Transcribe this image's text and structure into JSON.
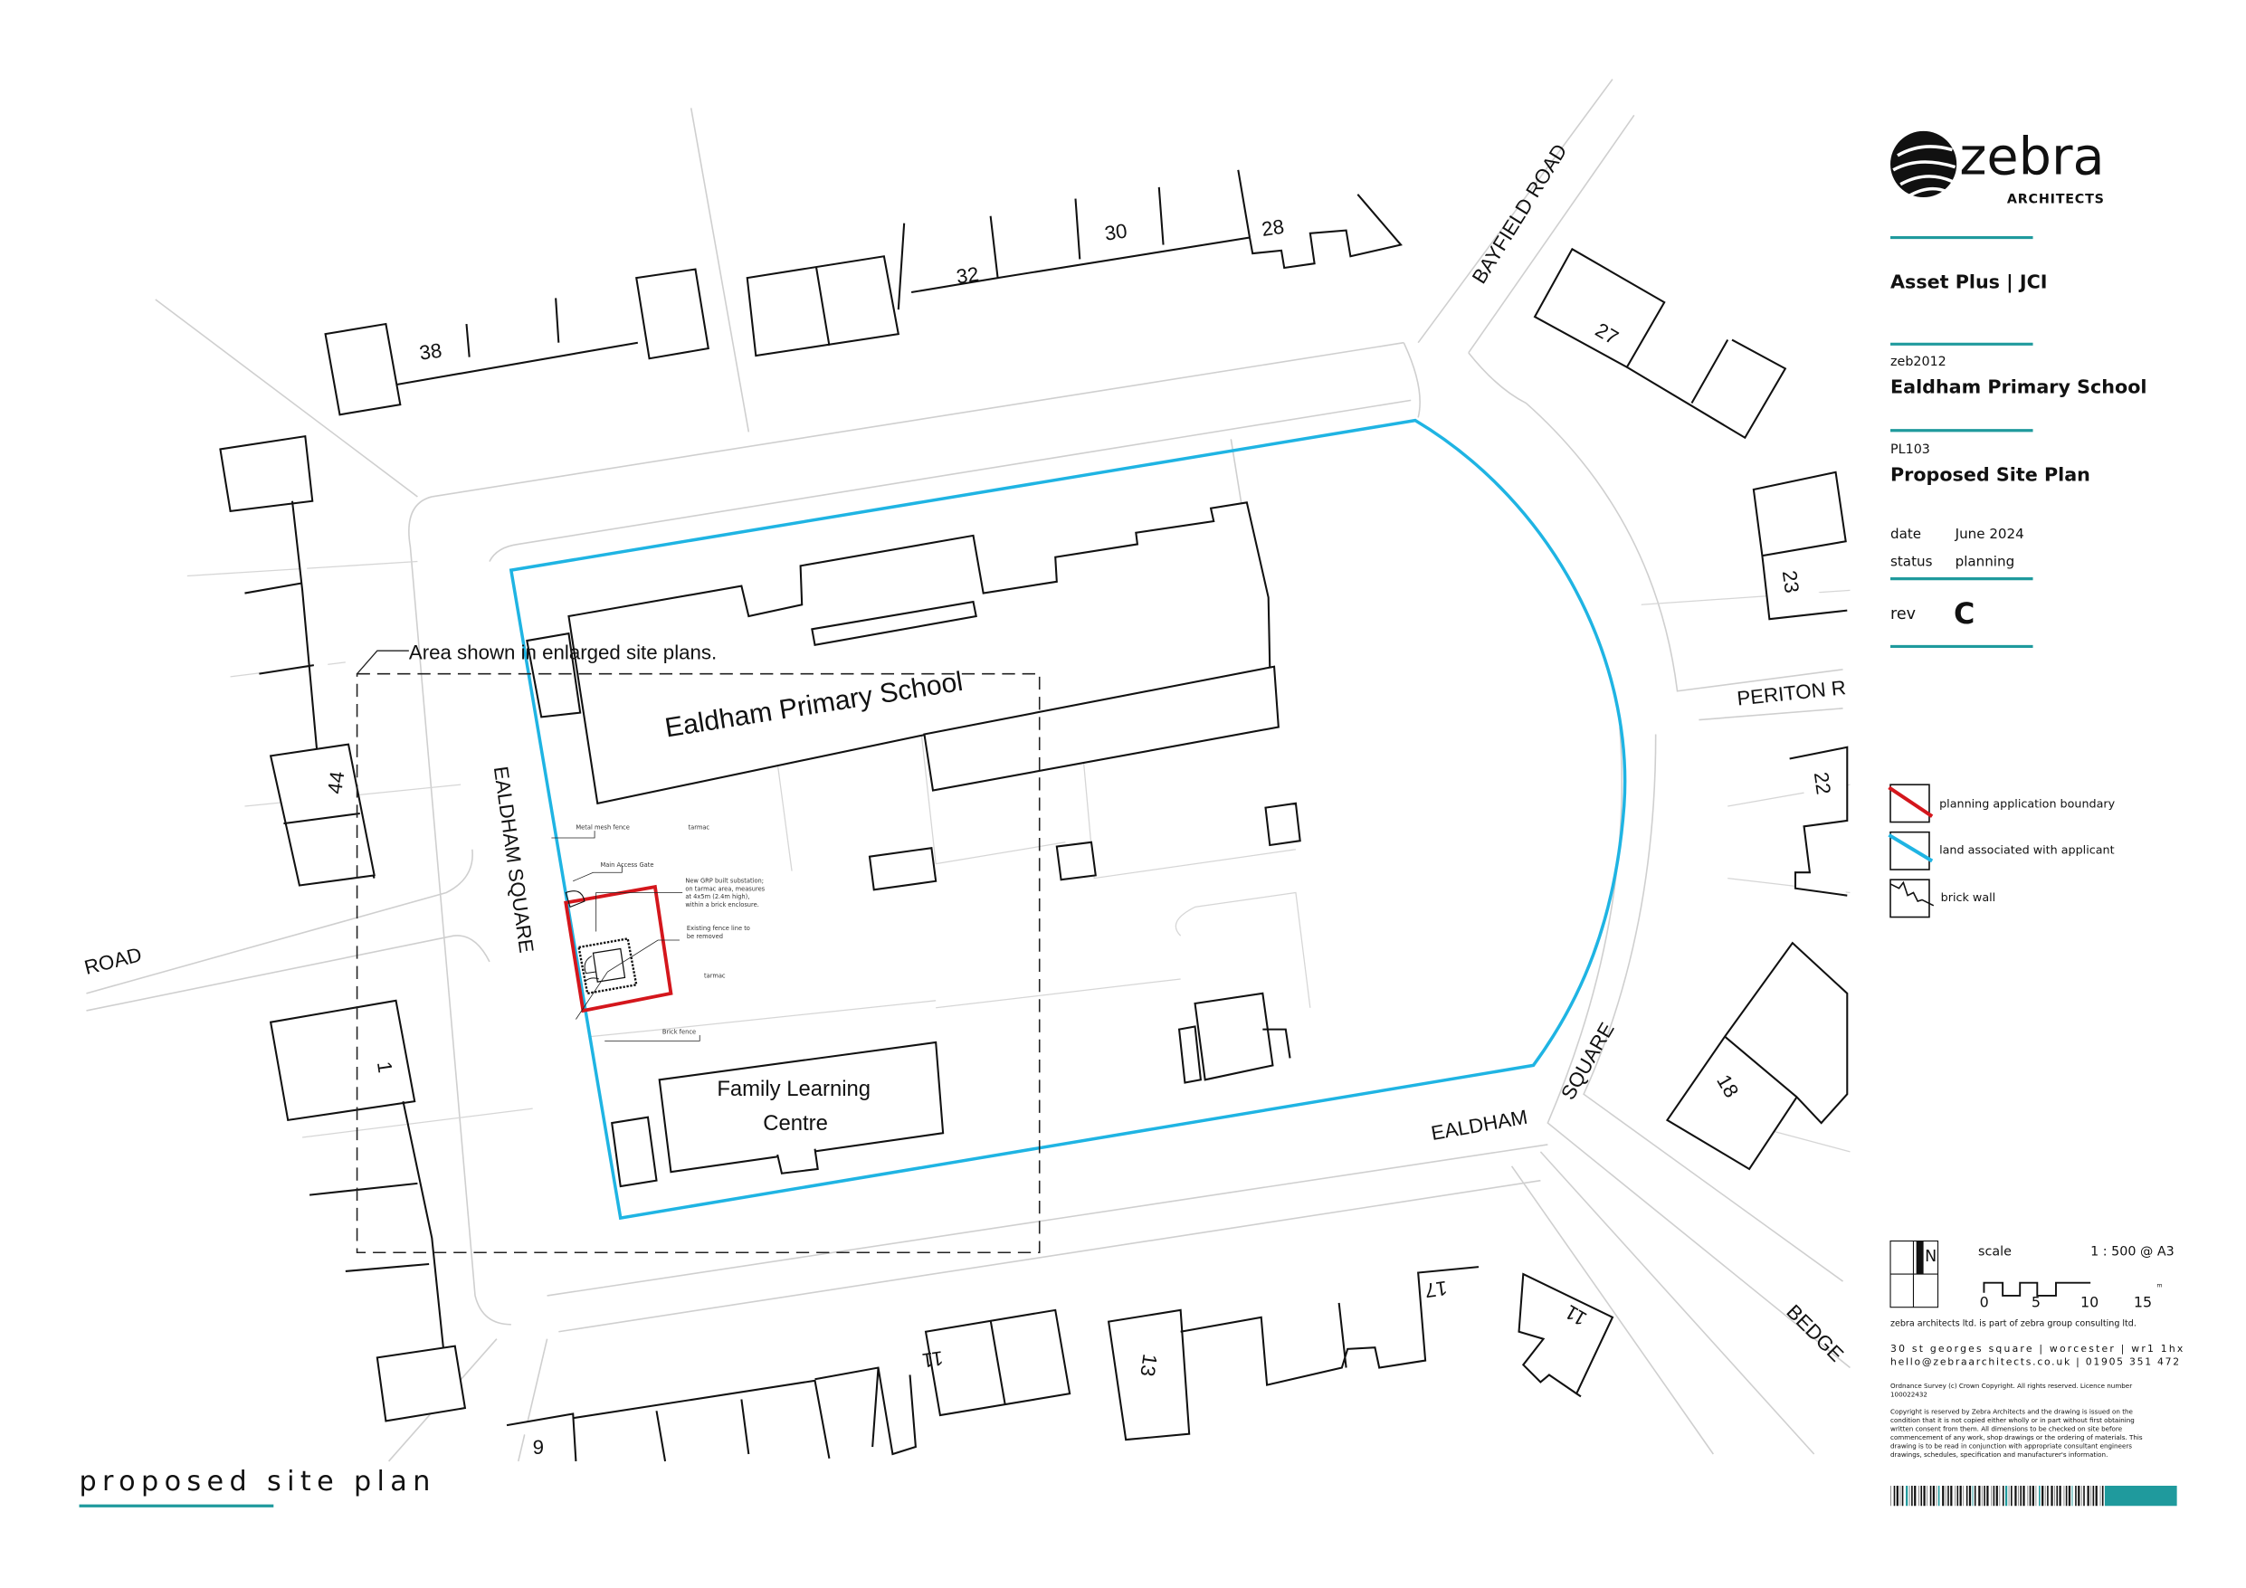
{
  "drawing_title": "proposed site plan",
  "map": {
    "school_label": "Ealdham Primary School",
    "flc_label_line1": "Family Learning",
    "flc_label_line2": "Centre",
    "area_note": "Area shown in enlarged site plans.",
    "streets": {
      "bayfield": "BAYFIELD ROAD",
      "periton": "PERITON R",
      "ealdham_square_west": "EALDHAM SQUARE",
      "ealdham_south": "EALDHAM",
      "square_east": "SQUARE",
      "bedge": "BEDGE",
      "road_west": "ROAD"
    },
    "house_numbers": [
      "38",
      "32",
      "30",
      "28",
      "27",
      "23",
      "22",
      "18",
      "44",
      "1",
      "9",
      "11",
      "13",
      "17",
      "11"
    ],
    "annotations": {
      "metal_mesh_fence": "Metal mesh fence",
      "tarmac1": "tarmac",
      "main_access_gate": "Main Access Gate",
      "substation_l1": "New GRP built substation;",
      "substation_l2": "on tarmac area, measures",
      "substation_l3": "at 4x5m (2.4m high),",
      "substation_l4": "within a brick enclosure.",
      "fence_removed_l1": "Existing fence line to",
      "fence_removed_l2": "be removed",
      "tarmac2": "tarmac",
      "brick_fence": "Brick fence"
    },
    "colors": {
      "land_boundary": "#1fb4e3",
      "planning_boundary": "#d4161c"
    }
  },
  "title_block": {
    "logo_main": "zebra",
    "logo_sub": "ARCHITECTS",
    "client": "Asset Plus | JCI",
    "job_number": "zeb2012",
    "project": "Ealdham Primary School",
    "drawing_number": "PL103",
    "drawing_name": "Proposed Site Plan",
    "date_label": "date",
    "date_value": "June 2024",
    "status_label": "status",
    "status_value": "planning",
    "rev_label": "rev",
    "rev_value": "C",
    "accent": "#1f9a9d"
  },
  "legend": [
    {
      "label": "planning application boundary",
      "color": "#d4161c"
    },
    {
      "label": "land associated with applicant",
      "color": "#1fb4e3"
    },
    {
      "label": "brick wall",
      "color": "#111111"
    }
  ],
  "scale": {
    "north": "N",
    "label": "scale",
    "ratio": "1 : 500 @  A3",
    "ticks": [
      "0",
      "5",
      "10",
      "15"
    ],
    "unit": "m"
  },
  "footer": {
    "group": "zebra architects ltd. is part of zebra group consulting ltd.",
    "address": "30 st georges square | worcester | wr1 1hx",
    "contact": "hello@zebraarchitects.co.uk | 01905 351 472",
    "os_l1": "Ordnance Survey (c) Crown Copyright. All rights reserved. Licence number",
    "os_l2": "100022432",
    "copy_l1": "Copyright is reserved by Zebra Architects and the drawing is issued on the",
    "copy_l2": "condition that it is not copied either wholly or in part without first obtaining",
    "copy_l3": "written consent from them.    All dimensions to be checked on site before",
    "copy_l4": "commencement of any work, shop drawings or the ordering of materials. This",
    "copy_l5": "drawing is to be read in conjunction with appropriate consultant engineers",
    "copy_l6": "drawings, schedules, specification and manufacturer's information."
  }
}
